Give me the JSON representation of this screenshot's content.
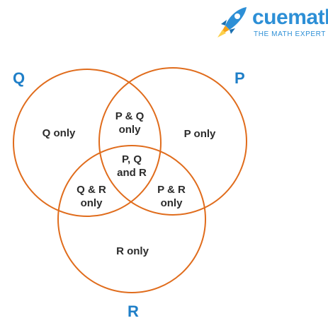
{
  "logo": {
    "word_part1": "cue",
    "word_part2": "math",
    "tagline": "THE MATH EXPERT",
    "icon": "rocket-icon"
  },
  "sets": {
    "q_label": "Q",
    "p_label": "P",
    "r_label": "R"
  },
  "regions": {
    "q_only": "Q only",
    "p_only": "P only",
    "r_only": "R only",
    "pq_line1": "P & Q",
    "pq_line2": "only",
    "qr_line1": "Q & R",
    "qr_line2": "only",
    "pr_line1": "P & R",
    "pr_line2": "only",
    "pqr_line1": "P, Q",
    "pqr_line2": "and R"
  },
  "colors": {
    "circle_stroke": "#e06c1c",
    "set_label": "#1f7fc8",
    "region_text": "#2b2b2b",
    "brand": "#2d8fd6"
  }
}
